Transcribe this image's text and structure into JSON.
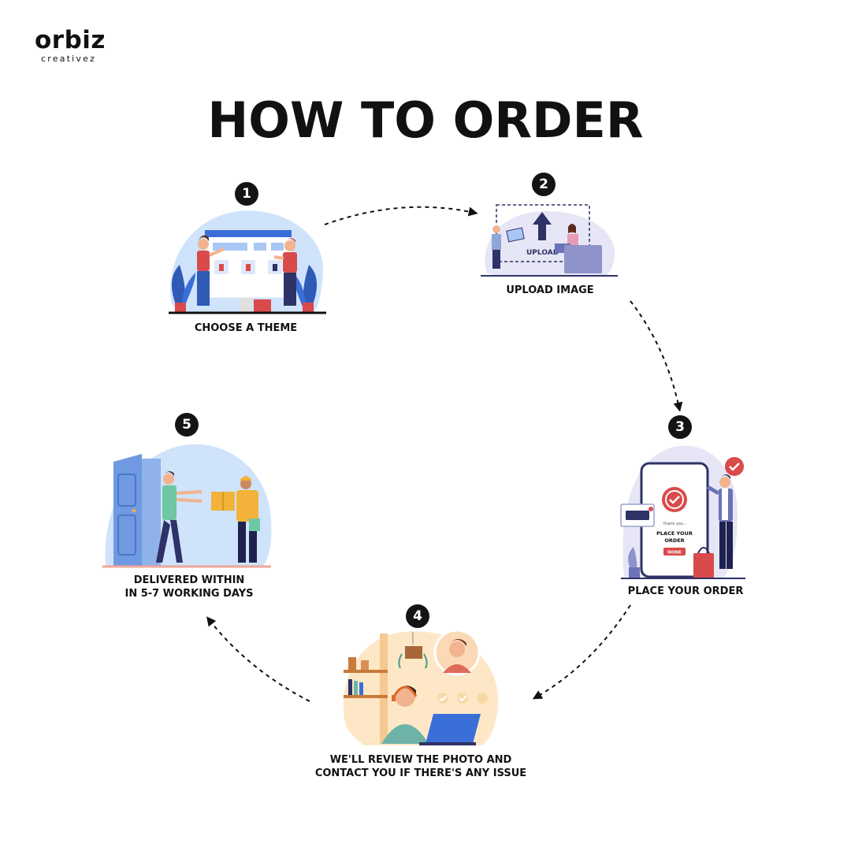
{
  "brand": {
    "wordmark": "orbiz",
    "tagline": "creativez"
  },
  "title": "HOW TO ORDER",
  "steps": [
    {
      "number": "1",
      "label_lines": [
        "CHOOSE A THEME"
      ]
    },
    {
      "number": "2",
      "label_lines": [
        "UPLOAD IMAGE"
      ],
      "illustration_text": "UPLOAD"
    },
    {
      "number": "3",
      "label_lines": [
        "PLACE YOUR ORDER"
      ],
      "screen_text": [
        "thank you...",
        "PLACE YOUR",
        "ORDER"
      ],
      "screen_button": "DONE"
    },
    {
      "number": "4",
      "label_lines": [
        "WE'LL REVIEW THE PHOTO AND",
        "CONTACT YOU IF THERE'S ANY ISSUE"
      ]
    },
    {
      "number": "5",
      "label_lines": [
        "DELIVERED WITHIN",
        "IN 5-7 WORKING DAYS"
      ]
    }
  ],
  "connectors": [
    {
      "from": "1",
      "to": "2"
    },
    {
      "from": "2",
      "to": "3"
    },
    {
      "from": "3",
      "to": "4"
    },
    {
      "from": "4",
      "to": "5"
    }
  ],
  "colors": {
    "text": "#111111",
    "badge": "#141414",
    "blob_blue": "#cfe3fb",
    "blob_lavender": "#e6e6f6",
    "blob_peach": "#fde7c6",
    "accent_red": "#d94a4a",
    "accent_navy": "#2e3266"
  },
  "icons": [
    "upload-arrow-icon",
    "checkmark-badge-icon",
    "credit-card-icon",
    "door-icon",
    "package-icon",
    "laptop-icon",
    "headset-icon"
  ]
}
